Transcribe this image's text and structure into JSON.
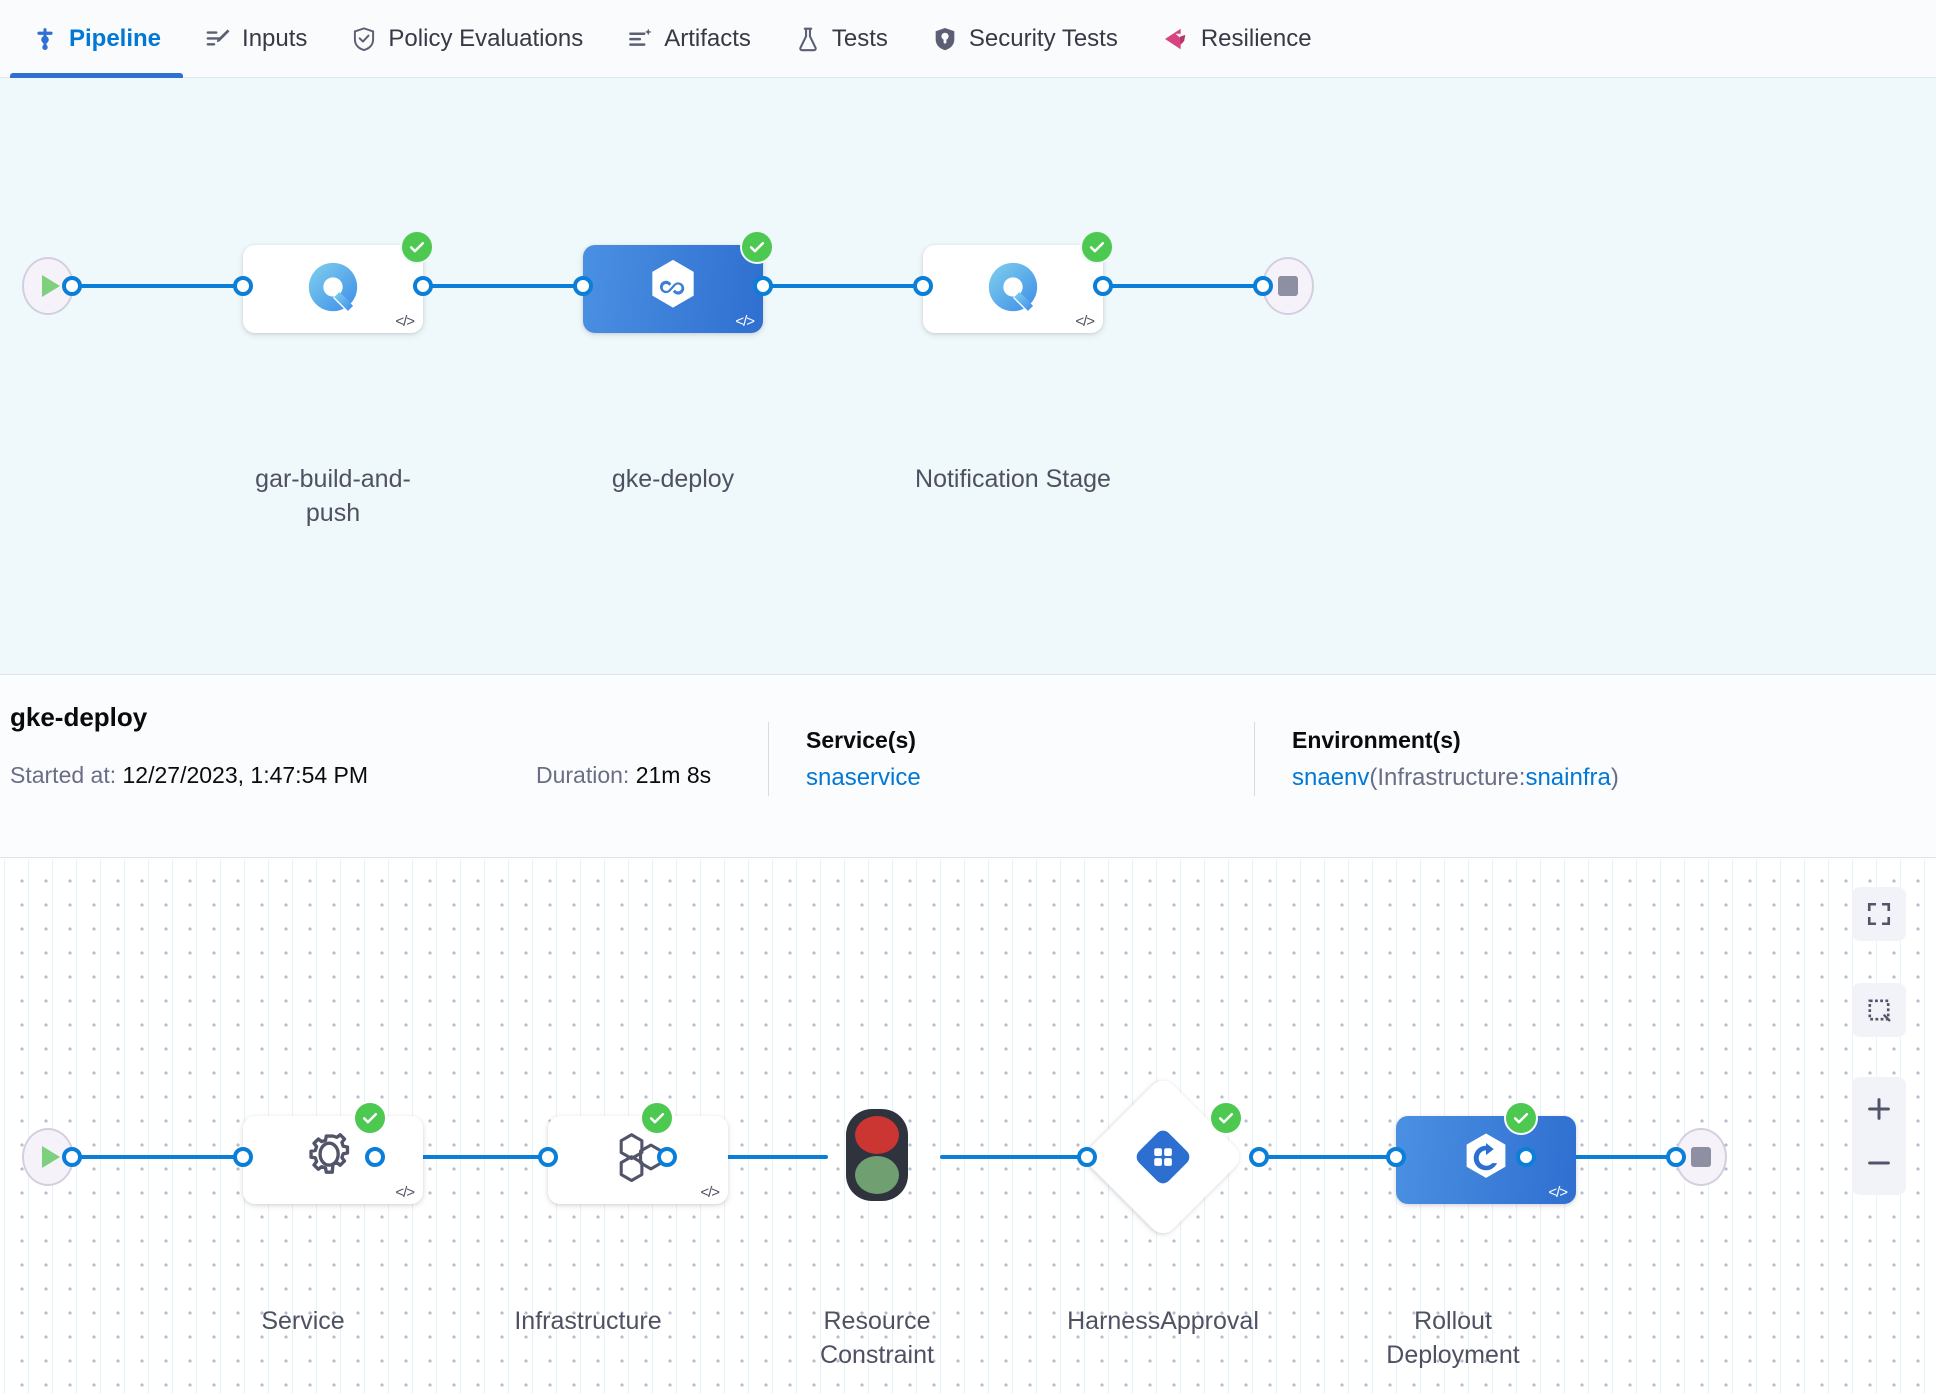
{
  "tabs": [
    {
      "label": "Pipeline",
      "icon": "pipeline-icon",
      "active": true
    },
    {
      "label": "Inputs",
      "icon": "inputs-icon",
      "active": false
    },
    {
      "label": "Policy Evaluations",
      "icon": "policy-shield-icon",
      "active": false
    },
    {
      "label": "Artifacts",
      "icon": "artifacts-icon",
      "active": false
    },
    {
      "label": "Tests",
      "icon": "flask-icon",
      "active": false
    },
    {
      "label": "Security Tests",
      "icon": "security-shield-icon",
      "active": false
    },
    {
      "label": "Resilience",
      "icon": "resilience-icon",
      "active": false
    }
  ],
  "pipeline_graph": {
    "start_icon": "play-icon",
    "end_icon": "stop-icon",
    "nodes": [
      {
        "label": "gar-build-and-push",
        "icon": "google-cloud-build-icon",
        "status": "success",
        "selected": false,
        "code_badge": "</>"
      },
      {
        "label": "gke-deploy",
        "icon": "harness-cd-infinity-icon",
        "status": "success",
        "selected": true,
        "code_badge": "</>"
      },
      {
        "label": "Notification Stage",
        "icon": "google-cloud-build-icon",
        "status": "success",
        "selected": false,
        "code_badge": "</>"
      }
    ]
  },
  "stage_info": {
    "title": "gke-deploy",
    "started_label": "Started at:",
    "started_value": "12/27/2023, 1:47:54 PM",
    "duration_label": "Duration:",
    "duration_value": "21m 8s",
    "services_header": "Service(s)",
    "services_value": "snaservice",
    "environments_header": "Environment(s)",
    "env_name": "snaenv",
    "env_infra_prefix": "(Infrastructure:",
    "env_infra_name": "snainfra",
    "env_infra_suffix": ")"
  },
  "execution_graph": {
    "start_icon": "play-icon",
    "end_icon": "stop-icon",
    "steps": [
      {
        "label": "Service",
        "icon": "gear-icon",
        "status": "success",
        "shape": "card",
        "code_badge": "</>"
      },
      {
        "label": "Infrastructure",
        "icon": "hexagons-icon",
        "status": "success",
        "shape": "card",
        "code_badge": "</>"
      },
      {
        "label": "Resource Constraint",
        "icon": "traffic-light-icon",
        "status": "none",
        "shape": "bare",
        "code_badge": ""
      },
      {
        "label": "HarnessApproval",
        "icon": "harness-approval-diamond-icon",
        "status": "success",
        "shape": "diamond",
        "code_badge": ""
      },
      {
        "label": "Rollout Deployment",
        "icon": "k8s-rollout-icon",
        "status": "success",
        "shape": "card-blue",
        "code_badge": "</>"
      }
    ]
  },
  "zoom_controls": [
    {
      "name": "fit-to-screen-button",
      "icon": "fit-screen-icon"
    },
    {
      "name": "selection-box-button",
      "icon": "dashed-select-icon"
    },
    {
      "name": "zoom-in-button",
      "icon": "plus-icon"
    },
    {
      "name": "zoom-out-button",
      "icon": "minus-icon"
    }
  ],
  "colors": {
    "accent_blue": "#0278d5",
    "edge_blue": "#0b7fd8",
    "success_green": "#4dc952",
    "resilience_pink": "#d6457f",
    "selected_node": "#3b7fd6",
    "top_canvas_bg": "#eff8fa"
  }
}
